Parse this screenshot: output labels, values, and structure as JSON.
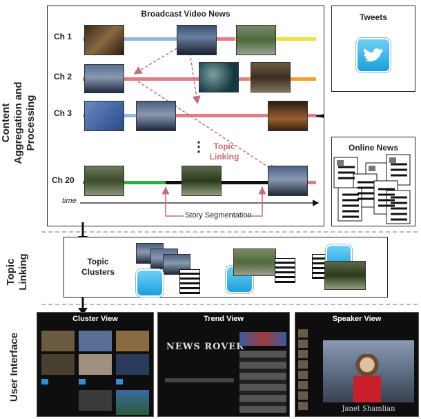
{
  "sections": {
    "content_aggregation": "Content Aggregation and Processing",
    "topic_linking": "Topic Linking",
    "user_interface": "User Interface"
  },
  "broadcast": {
    "title": "Broadcast Video News",
    "channels": [
      "Ch  1",
      "Ch  2",
      "Ch  3",
      "Ch 20"
    ],
    "vdots": "⋮",
    "topic_linking_label": "Topic Linking",
    "time_label": "time",
    "story_segmentation_label": "Story Segmentation"
  },
  "tweets": {
    "title": "Tweets"
  },
  "online_news": {
    "title": "Online News"
  },
  "topic_clusters": {
    "label": "Topic Clusters"
  },
  "views": {
    "cluster": "Cluster View",
    "trend": "Trend View",
    "speaker": "Speaker View"
  },
  "trend_view": {
    "logo": "NEWS ROVER"
  },
  "speaker_view": {
    "caption": "Janet Shamlian"
  },
  "colors": {
    "blue": "#8fb8e8",
    "pink": "#e07d86",
    "yellow": "#f0e040",
    "orange": "#f0a030",
    "green": "#2db13a",
    "black": "#111111",
    "link_arrow": "#c07076",
    "twitter": "#1b9fdc"
  }
}
